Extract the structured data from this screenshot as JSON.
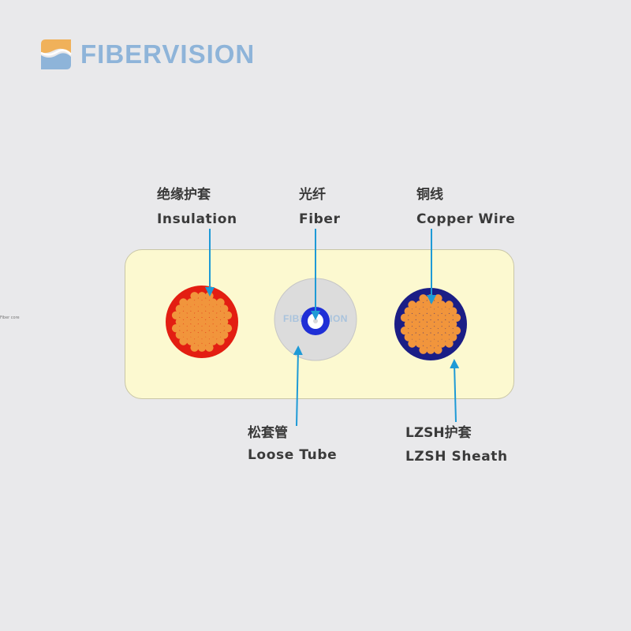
{
  "brand": {
    "name": "FIBERVISION",
    "color": "#8eb4d9",
    "accent": "#f0b15a"
  },
  "caption_small": "Fiber core",
  "tube_watermark": "FIBERVISION",
  "labels": {
    "insulation_cn": "绝缘护套",
    "insulation_en": "Insulation",
    "fiber_cn": "光纤",
    "fiber_en": "Fiber",
    "copper_cn": "铜线",
    "copper_en": "Copper Wire",
    "loose_tube_cn": "松套管",
    "loose_tube_en": "Loose Tube",
    "sheath_cn": "LZSH护套",
    "sheath_en": "LZSH Sheath"
  },
  "colors": {
    "sheath": "#fcf9d0",
    "insulation": "#e31e12",
    "copper_strand": "#f1953c",
    "fiber_jacket": "#1b1e86",
    "loose_tube": "#dcdcdc",
    "fiber_ring": "#1f2fd6",
    "arrow": "#1e9ad6"
  }
}
